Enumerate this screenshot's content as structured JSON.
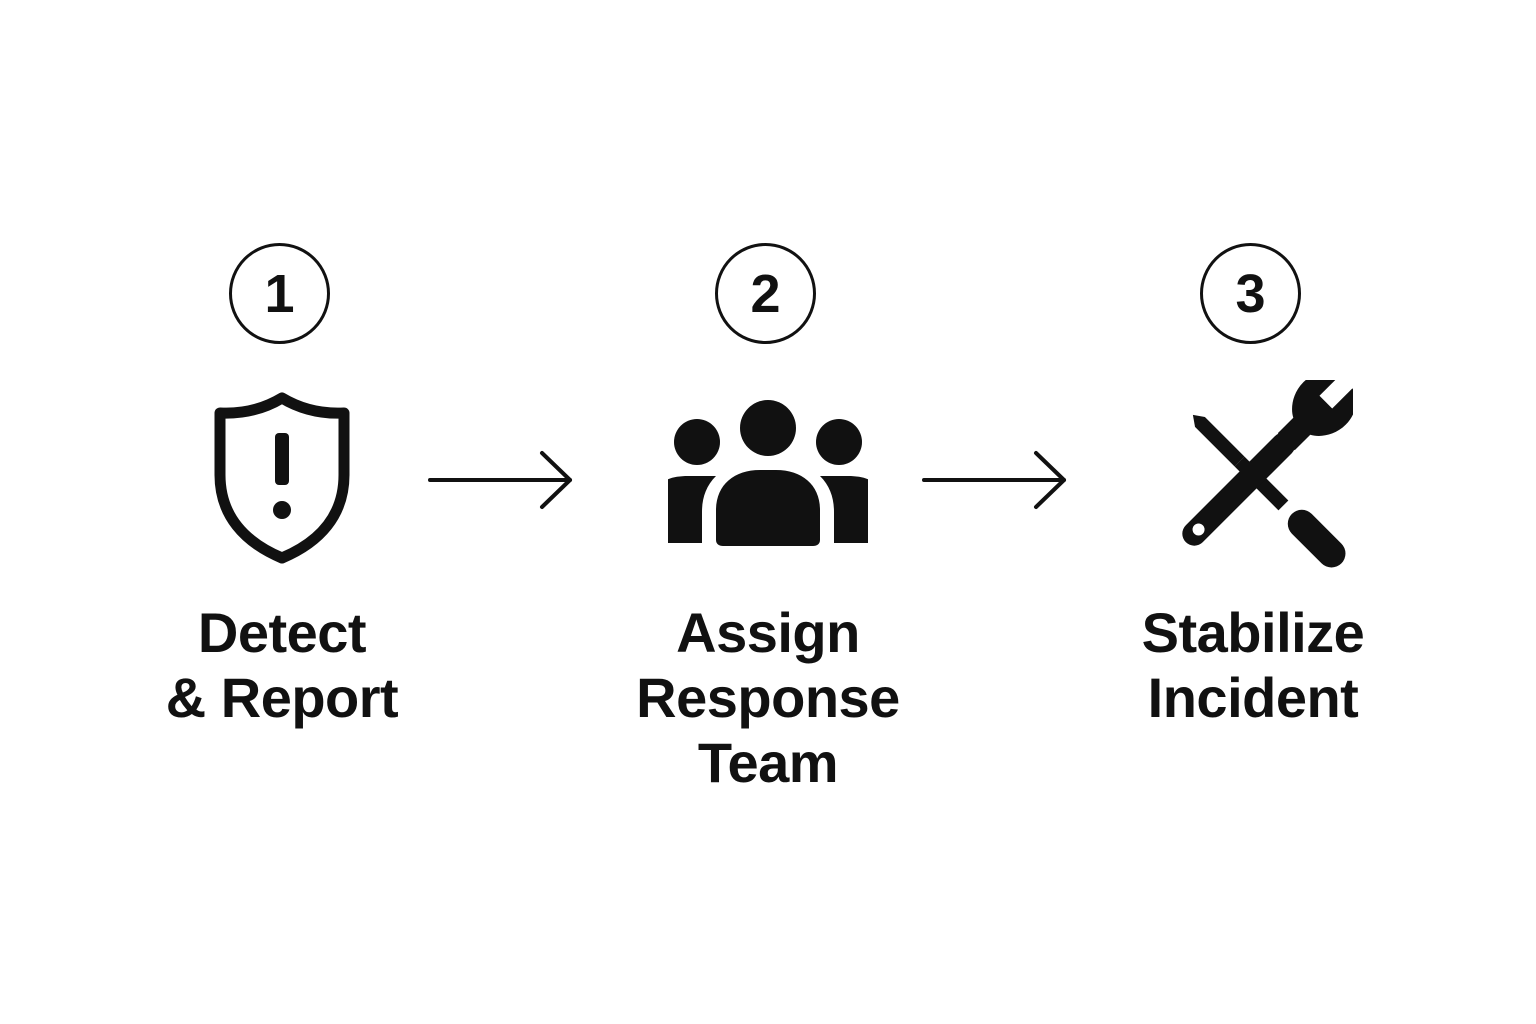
{
  "steps": [
    {
      "number": "1",
      "icon": "shield-alert-icon",
      "label_lines": [
        "Detect",
        "& Report"
      ]
    },
    {
      "number": "2",
      "icon": "team-icon",
      "label_lines": [
        "Assign",
        "Response",
        "Team"
      ]
    },
    {
      "number": "3",
      "icon": "wrench-screwdriver-icon",
      "label_lines": [
        "Stabilize",
        "Incident"
      ]
    }
  ],
  "connectors": [
    "arrow-right-icon",
    "arrow-right-icon"
  ],
  "colors": {
    "ink": "#111111",
    "background": "#ffffff"
  }
}
